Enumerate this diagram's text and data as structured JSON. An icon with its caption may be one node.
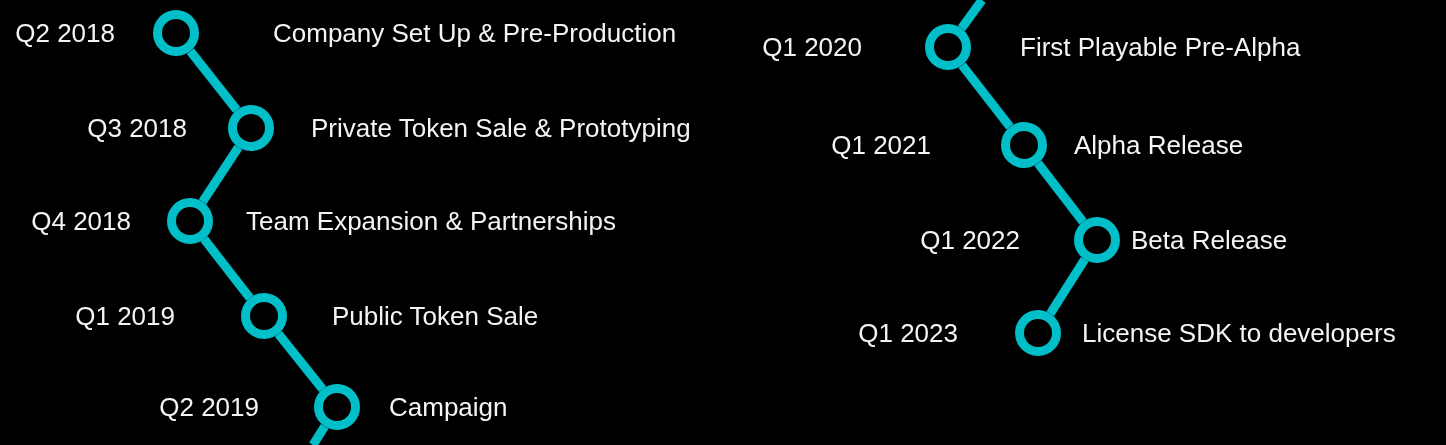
{
  "diagram": {
    "nodes": [
      {
        "text": [],
        "shape": "circle",
        "beside": [
          "Q2 2018",
          "Company Set Up & Pre-Production"
        ]
      },
      {
        "text": [],
        "shape": "circle",
        "beside": [
          "Q3 2018",
          "Private Token Sale & Prototyping"
        ]
      },
      {
        "text": [],
        "shape": "circle",
        "beside": [
          "Q4 2018",
          "Team Expansion & Partnerships"
        ]
      },
      {
        "text": [],
        "shape": "circle",
        "beside": [
          "Q1 2019",
          "Public Token Sale"
        ]
      },
      {
        "text": [],
        "shape": "circle",
        "beside": [
          "Q2 2019",
          "Campaign"
        ]
      },
      {
        "text": [],
        "shape": "circle",
        "beside": [
          "Q1 2020",
          "First Playable Pre-Alpha"
        ]
      },
      {
        "text": [],
        "shape": "circle",
        "beside": [
          "Q1 2021",
          "Alpha Release"
        ]
      },
      {
        "text": [],
        "shape": "circle",
        "beside": [
          "Q1 2022",
          "Beta Release"
        ]
      },
      {
        "text": [],
        "shape": "circle",
        "beside": [
          "Q1 2023",
          "License SDK to developers"
        ]
      }
    ],
    "edges": [
      {
        "from": 0,
        "to": 1,
        "arrow": "none"
      },
      {
        "from": 1,
        "to": 2,
        "arrow": "none"
      },
      {
        "from": 2,
        "to": 3,
        "arrow": "none"
      },
      {
        "from": 3,
        "to": 4,
        "arrow": "none"
      },
      {
        "from": 4,
        "to": null,
        "arrow": "none"
      },
      {
        "from": null,
        "to": 5,
        "arrow": "none"
      },
      {
        "from": 5,
        "to": 6,
        "arrow": "none"
      },
      {
        "from": 6,
        "to": 7,
        "arrow": "none"
      },
      {
        "from": 7,
        "to": 8,
        "arrow": "none"
      }
    ]
  }
}
